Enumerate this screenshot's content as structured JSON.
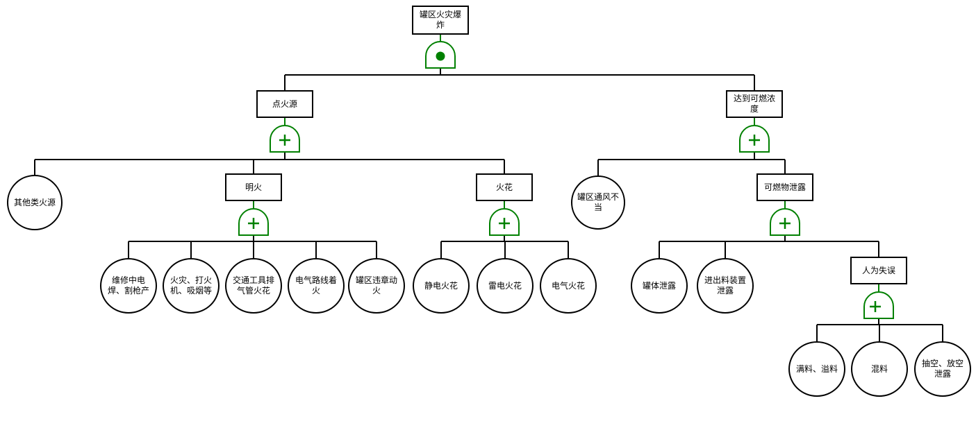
{
  "diagram": {
    "type": "fault-tree",
    "colors": {
      "gate": "#008000",
      "line": "#000000",
      "node_border": "#000000",
      "background": "#ffffff"
    },
    "nodes": {
      "top": {
        "label": "罐区火灾爆\n炸",
        "shape": "rect"
      },
      "ignition": {
        "label": "点火源",
        "shape": "rect"
      },
      "concentration": {
        "label": "达到可燃浓\n度",
        "shape": "rect"
      },
      "other-sources": {
        "label": "其他类火源",
        "shape": "circle"
      },
      "open-flame": {
        "label": "明火",
        "shape": "rect"
      },
      "spark": {
        "label": "火花",
        "shape": "rect"
      },
      "ventilation": {
        "label": "罐区通风不\n当",
        "shape": "circle"
      },
      "leak": {
        "label": "可燃物泄露",
        "shape": "rect"
      },
      "welding": {
        "label": "维修中电\n焊、割枪产",
        "shape": "circle"
      },
      "lighter": {
        "label": "火灾、打火\n机、吸烟等",
        "shape": "circle"
      },
      "vehicle": {
        "label": "交通工具排\n气管火花",
        "shape": "circle"
      },
      "electric-line": {
        "label": "电气路线着\n火",
        "shape": "circle"
      },
      "illegal-hotwork": {
        "label": "罐区违章动\n火",
        "shape": "circle"
      },
      "static-spark": {
        "label": "静电火花",
        "shape": "circle"
      },
      "lightning-spark": {
        "label": "雷电火花",
        "shape": "circle"
      },
      "electric-spark": {
        "label": "电气火花",
        "shape": "circle"
      },
      "tank-leak": {
        "label": "罐体泄露",
        "shape": "circle"
      },
      "io-device-leak": {
        "label": "进出料装置\n泄露",
        "shape": "circle"
      },
      "human-error": {
        "label": "人为失误",
        "shape": "rect"
      },
      "overfill": {
        "label": "满料、溢料",
        "shape": "circle"
      },
      "mix": {
        "label": "混料",
        "shape": "circle"
      },
      "vent-leak": {
        "label": "抽空、放空\n泄露",
        "shape": "circle"
      }
    },
    "gates": {
      "top": "AND",
      "ignition": "OR",
      "concentration": "OR",
      "open-flame": "OR",
      "spark": "OR",
      "leak": "OR",
      "human-error": "OR"
    },
    "structure": {
      "top": [
        "ignition",
        "concentration"
      ],
      "ignition": [
        "other-sources",
        "open-flame",
        "spark"
      ],
      "open-flame": [
        "welding",
        "lighter",
        "vehicle",
        "electric-line",
        "illegal-hotwork"
      ],
      "spark": [
        "static-spark",
        "lightning-spark",
        "electric-spark"
      ],
      "concentration": [
        "ventilation",
        "leak"
      ],
      "leak": [
        "tank-leak",
        "io-device-leak",
        "human-error"
      ],
      "human-error": [
        "overfill",
        "mix",
        "vent-leak"
      ]
    }
  }
}
